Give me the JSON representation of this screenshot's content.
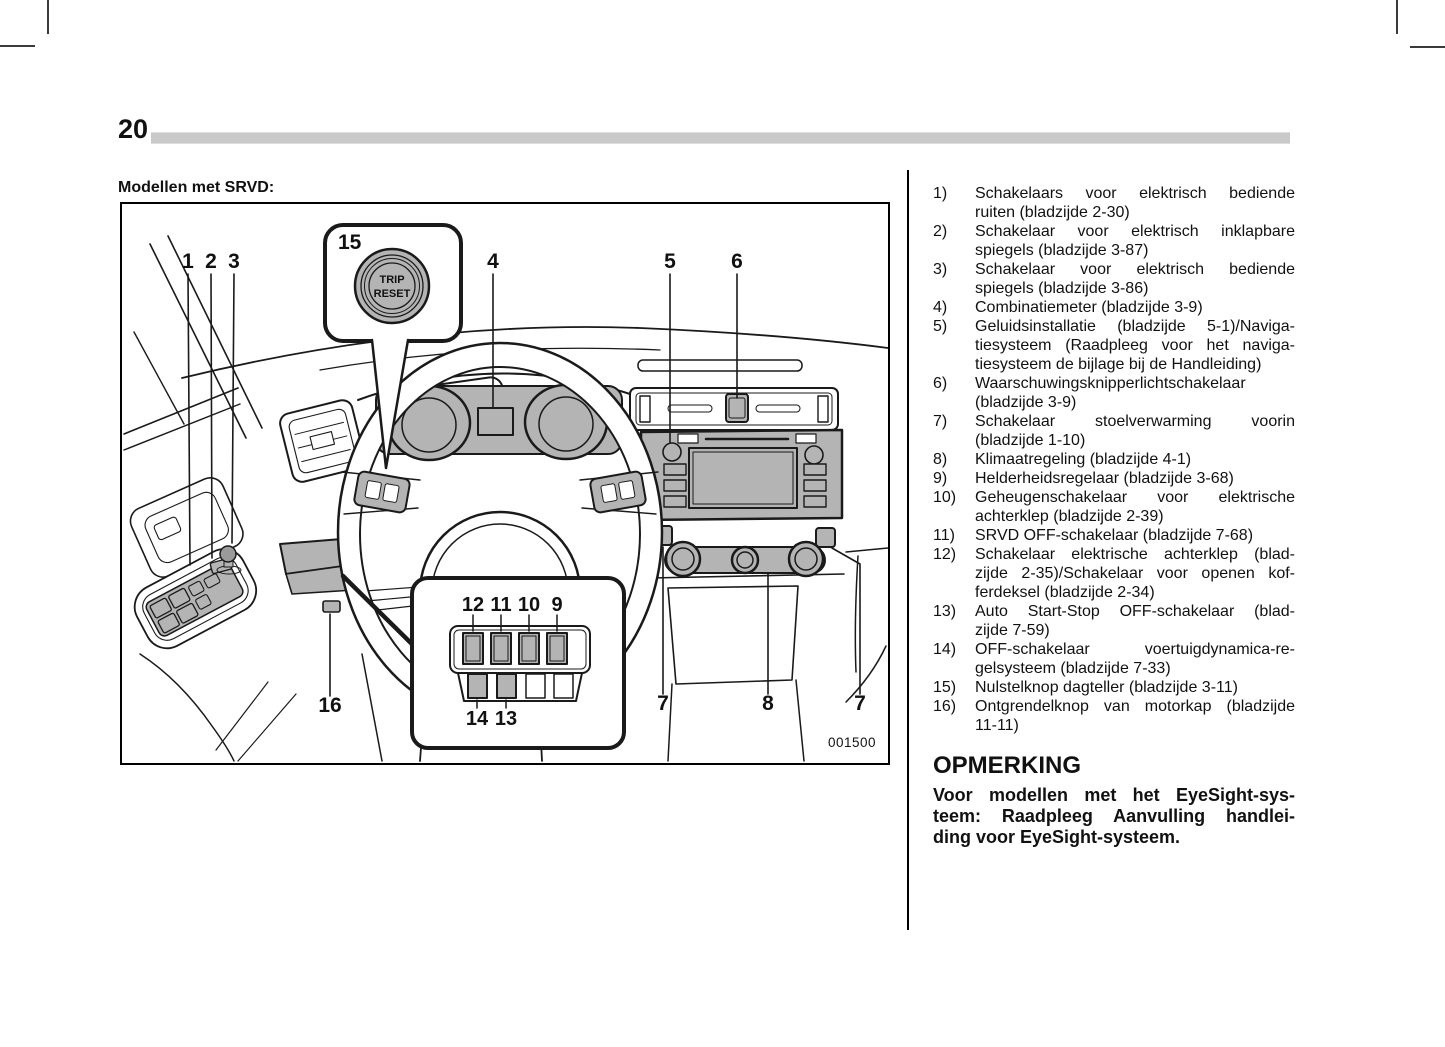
{
  "page": {
    "number": "20"
  },
  "figure": {
    "caption": "Modellen met SRVD:",
    "image_code": "001500",
    "trip_reset": {
      "line1": "TRIP",
      "line2": "RESET"
    },
    "callouts": {
      "c1": "1",
      "c2": "2",
      "c3": "3",
      "c4": "4",
      "c5": "5",
      "c6": "6",
      "c7_left": "7",
      "c7_right": "7",
      "c8": "8",
      "c9": "9",
      "c10": "10",
      "c11": "11",
      "c12": "12",
      "c13": "13",
      "c14": "14",
      "c15": "15",
      "c16": "16"
    }
  },
  "legend": {
    "items": [
      {
        "num": "1)",
        "lines": [
          "Schakelaars voor elektrisch bediende",
          "ruiten (bladzijde 2-30)"
        ]
      },
      {
        "num": "2)",
        "lines": [
          "Schakelaar voor elektrisch inklapbare",
          "spiegels (bladzijde 3-87)"
        ]
      },
      {
        "num": "3)",
        "lines": [
          "Schakelaar voor elektrisch bediende",
          "spiegels (bladzijde 3-86)"
        ]
      },
      {
        "num": "4)",
        "lines": [
          "Combinatiemeter (bladzijde 3-9)"
        ]
      },
      {
        "num": "5)",
        "lines": [
          "Geluidsinstallatie (bladzijde 5-1)/Naviga-",
          "tiesysteem (Raadpleeg voor het naviga-",
          "tiesysteem de bijlage bij de Handleiding)"
        ]
      },
      {
        "num": "6)",
        "lines": [
          "Waarschuwingsknipperlichtschakelaar",
          "(bladzijde 3-9)"
        ]
      },
      {
        "num": "7)",
        "lines": [
          "Schakelaar stoelverwarming voorin",
          "(bladzijde 1-10)"
        ]
      },
      {
        "num": "8)",
        "lines": [
          "Klimaatregeling (bladzijde 4-1)"
        ]
      },
      {
        "num": "9)",
        "lines": [
          "Helderheidsregelaar (bladzijde 3-68)"
        ]
      },
      {
        "num": "10)",
        "lines": [
          "Geheugenschakelaar voor elektrische",
          "achterklep (bladzijde 2-39)"
        ]
      },
      {
        "num": "11)",
        "lines": [
          "SRVD OFF-schakelaar (bladzijde 7-68)"
        ]
      },
      {
        "num": "12)",
        "lines": [
          "Schakelaar elektrische achterklep (blad-",
          "zijde 2-35)/Schakelaar voor openen kof-",
          "ferdeksel (bladzijde 2-34)"
        ]
      },
      {
        "num": "13)",
        "lines": [
          "Auto Start-Stop OFF-schakelaar (blad-",
          "zijde 7-59)"
        ]
      },
      {
        "num": "14)",
        "lines": [
          "OFF-schakelaar voertuigdynamica-re-",
          "gelsysteem (bladzijde 7-33)"
        ]
      },
      {
        "num": "15)",
        "lines": [
          "Nulstelknop dagteller (bladzijde 3-11)"
        ]
      },
      {
        "num": "16)",
        "lines": [
          "Ontgrendelknop van motorkap (bladzijde",
          "11-11)"
        ]
      }
    ]
  },
  "note": {
    "heading": "OPMERKING",
    "lines": [
      "Voor modellen met het EyeSight-sys-",
      "teem: Raadpleeg Aanvulling handlei-",
      "ding voor EyeSight-systeem."
    ]
  },
  "colors": {
    "header_bar": "#c9c9c9",
    "line_art": "#1a1a1a",
    "component_gray": "#b4b4b4"
  }
}
